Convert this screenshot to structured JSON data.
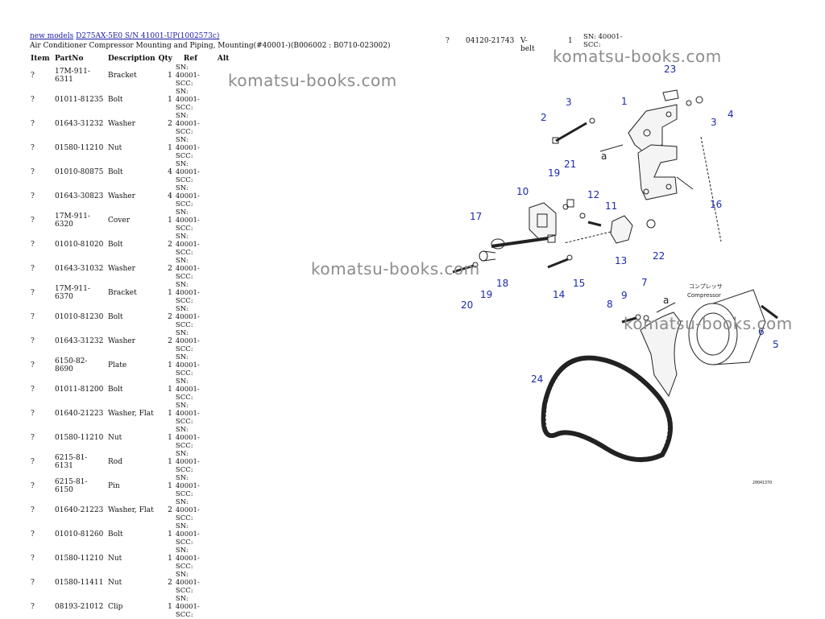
{
  "breadcrumb": {
    "link1": "new models",
    "link2": "D275AX-5E0 S/N 41001-UP(1002573c)"
  },
  "subtitle": "Air Conditioner Compressor Mounting and Piping, Mounting(#40001-)(B006002 : B0710-023002)",
  "table": {
    "headers": [
      "Item",
      "PartNo",
      "Description",
      "Qty",
      "Ref",
      "Alt"
    ],
    "rows": [
      {
        "item": "?",
        "part": "17M-911-6311",
        "desc": "Bracket",
        "qty": "1",
        "ref": "SN: 40001-SCC:"
      },
      {
        "item": "?",
        "part": "01011-81235",
        "desc": "Bolt",
        "qty": "1",
        "ref": "SN: 40001-SCC:"
      },
      {
        "item": "?",
        "part": "01643-31232",
        "desc": "Washer",
        "qty": "2",
        "ref": "SN: 40001-SCC:"
      },
      {
        "item": "?",
        "part": "01580-11210",
        "desc": "Nut",
        "qty": "1",
        "ref": "SN: 40001-SCC:"
      },
      {
        "item": "?",
        "part": "01010-80875",
        "desc": "Bolt",
        "qty": "4",
        "ref": "SN: 40001-SCC:"
      },
      {
        "item": "?",
        "part": "01643-30823",
        "desc": "Washer",
        "qty": "4",
        "ref": "SN: 40001-SCC:"
      },
      {
        "item": "?",
        "part": "17M-911-6320",
        "desc": "Cover",
        "qty": "1",
        "ref": "SN: 40001-SCC:"
      },
      {
        "item": "?",
        "part": "01010-81020",
        "desc": "Bolt",
        "qty": "2",
        "ref": "SN: 40001-SCC:"
      },
      {
        "item": "?",
        "part": "01643-31032",
        "desc": "Washer",
        "qty": "2",
        "ref": "SN: 40001-SCC:"
      },
      {
        "item": "?",
        "part": "17M-911-6370",
        "desc": "Bracket",
        "qty": "1",
        "ref": "SN: 40001-SCC:"
      },
      {
        "item": "?",
        "part": "01010-81230",
        "desc": "Bolt",
        "qty": "2",
        "ref": "SN: 40001-SCC:"
      },
      {
        "item": "?",
        "part": "01643-31232",
        "desc": "Washer",
        "qty": "2",
        "ref": "SN: 40001-SCC:"
      },
      {
        "item": "?",
        "part": "6150-82-8690",
        "desc": "Plate",
        "qty": "1",
        "ref": "SN: 40001-SCC:"
      },
      {
        "item": "?",
        "part": "01011-81200",
        "desc": "Bolt",
        "qty": "1",
        "ref": "SN: 40001-SCC:"
      },
      {
        "item": "?",
        "part": "01640-21223",
        "desc": "Washer, Flat",
        "qty": "1",
        "ref": "SN: 40001-SCC:"
      },
      {
        "item": "?",
        "part": "01580-11210",
        "desc": "Nut",
        "qty": "1",
        "ref": "SN: 40001-SCC:"
      },
      {
        "item": "?",
        "part": "6215-81-6131",
        "desc": "Rod",
        "qty": "1",
        "ref": "SN: 40001-SCC:"
      },
      {
        "item": "?",
        "part": "6215-81-6150",
        "desc": "Pin",
        "qty": "1",
        "ref": "SN: 40001-SCC:"
      },
      {
        "item": "?",
        "part": "01640-21223",
        "desc": "Washer, Flat",
        "qty": "2",
        "ref": "SN: 40001-SCC:"
      },
      {
        "item": "?",
        "part": "01010-81260",
        "desc": "Bolt",
        "qty": "1",
        "ref": "SN: 40001-SCC:"
      },
      {
        "item": "?",
        "part": "01580-11210",
        "desc": "Nut",
        "qty": "1",
        "ref": "SN: 40001-SCC:"
      },
      {
        "item": "?",
        "part": "01580-11411",
        "desc": "Nut",
        "qty": "2",
        "ref": "SN: 40001-SCC:"
      },
      {
        "item": "?",
        "part": "08193-21012",
        "desc": "Clip",
        "qty": "1",
        "ref": "SN: 40001-SCC:"
      }
    ]
  },
  "extra_row": {
    "item": "?",
    "part": "04120-21743",
    "desc": "V-belt",
    "qty": "1",
    "ref": "SN: 40001-SCC:"
  },
  "watermark": "komatsu-books.com",
  "diagram": {
    "compressor_label_jp": "コンプレッサ",
    "compressor_label_en": "Compressor",
    "view_marker": "a",
    "drawing_code": "20041370",
    "callouts": [
      "1",
      "2",
      "3",
      "3",
      "4",
      "5",
      "6",
      "7",
      "8",
      "9",
      "10",
      "11",
      "12",
      "13",
      "14",
      "15",
      "16",
      "17",
      "18",
      "19",
      "19",
      "20",
      "21",
      "22",
      "23",
      "24"
    ]
  },
  "colors": {
    "link": "#1a1aa6",
    "callout": "#1d2aa8",
    "watermark": "#8c8c8c"
  }
}
